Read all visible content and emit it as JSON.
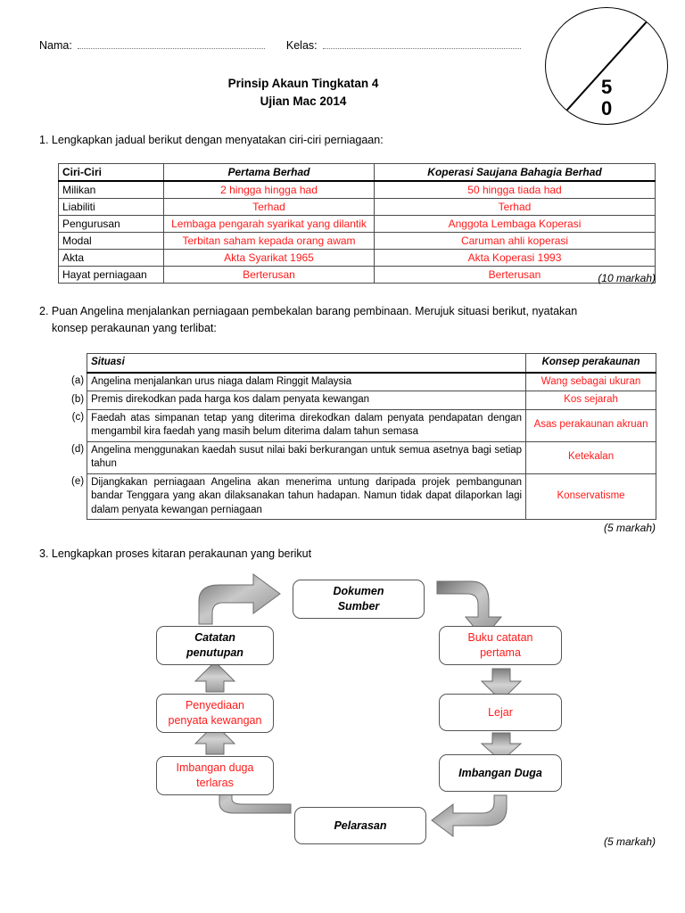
{
  "header": {
    "nama_label": "Nama:",
    "kelas_label": "Kelas:",
    "title_line1": "Prinsip Akaun Tingkatan 4",
    "title_line2": "Ujian Mac 2014",
    "marks_circle": {
      "digit_top": "5",
      "digit_bottom": "0"
    }
  },
  "questions": [
    {
      "number": "1.",
      "text": "Lengkapkan jadual berikut dengan menyatakan ciri-ciri perniagaan:",
      "marks": "(10 markah)"
    },
    {
      "number": "2.",
      "text_line1": "Puan Angelina menjalankan perniagaan pembekalan barang pembinaan. Merujuk situasi berikut, nyatakan",
      "text_line2": "konsep perakaunan yang terlibat:",
      "marks": "(5 markah)"
    },
    {
      "number": "3.",
      "text": "Lengkapkan proses kitaran perakaunan yang berikut",
      "marks": "(5 markah)"
    }
  ],
  "table1": {
    "headers": [
      "Ciri-Ciri",
      "Pertama Berhad",
      "Koperasi Saujana Bahagia Berhad"
    ],
    "rows": [
      {
        "ciri": "Milikan",
        "pertama": "2  hingga hingga had",
        "koperasi": "50 hingga tiada had"
      },
      {
        "ciri": "Liabiliti",
        "pertama": "Terhad",
        "koperasi": "Terhad"
      },
      {
        "ciri": "Pengurusan",
        "pertama": "Lembaga pengarah syarikat yang dilantik",
        "koperasi": "Anggota Lembaga Koperasi"
      },
      {
        "ciri": "Modal",
        "pertama": "Terbitan saham kepada orang awam",
        "koperasi": "Caruman ahli koperasi"
      },
      {
        "ciri": "Akta",
        "pertama": "Akta Syarikat 1965",
        "koperasi": "Akta Koperasi 1993"
      },
      {
        "ciri": "Hayat perniagaan",
        "pertama": "Berterusan",
        "koperasi": "Berterusan"
      }
    ]
  },
  "table2": {
    "headers": [
      "Situasi",
      "Konsep perakaunan"
    ],
    "rows": [
      {
        "tag": "(a)",
        "situasi": "Angelina menjalankan urus niaga dalam Ringgit Malaysia",
        "konsep": "Wang sebagai ukuran"
      },
      {
        "tag": "(b)",
        "situasi": "Premis direkodkan pada harga kos dalam penyata kewangan",
        "konsep": "Kos sejarah"
      },
      {
        "tag": "(c)",
        "situasi": "Faedah atas simpanan tetap yang diterima direkodkan dalam penyata pendapatan dengan mengambil kira faedah yang masih belum diterima dalam tahun semasa",
        "konsep": "Asas perakaunan akruan"
      },
      {
        "tag": "(d)",
        "situasi": "Angelina menggunakan kaedah susut nilai baki berkurangan untuk semua asetnya bagi setiap tahun",
        "konsep": "Ketekalan"
      },
      {
        "tag": "(e)",
        "situasi": "Dijangkakan perniagaan Angelina akan menerima untung daripada projek pembangunan bandar Tenggara yang akan dilaksanakan tahun hadapan. Namun tidak dapat dilaporkan lagi dalam penyata kewangan perniagaan",
        "konsep": "Konservatisme"
      }
    ]
  },
  "cycle": {
    "boxes": [
      {
        "id": "dokumen-sumber",
        "label": "Dokumen\nSumber",
        "style": "given"
      },
      {
        "id": "catatan-penutupan",
        "label": "Catatan\npenutupan",
        "style": "given"
      },
      {
        "id": "buku-catatan-pertama",
        "label": "Buku catatan\npertama",
        "style": "answer"
      },
      {
        "id": "penyediaan-penyata",
        "label": "Penyediaan\npenyata kewangan",
        "style": "answer"
      },
      {
        "id": "lejar",
        "label": "Lejar",
        "style": "answer"
      },
      {
        "id": "imbangan-duga-terlaras",
        "label": "Imbangan duga\nterlaras",
        "style": "answer"
      },
      {
        "id": "imbangan-duga",
        "label": "Imbangan Duga",
        "style": "given"
      },
      {
        "id": "pelarasan",
        "label": "Pelarasan",
        "style": "given"
      }
    ]
  },
  "colors": {
    "answer_red": "#ff1a1a",
    "table_border": "#4a4a4a",
    "box_border": "#555555",
    "arrow_fill": "#9a9a9a"
  }
}
